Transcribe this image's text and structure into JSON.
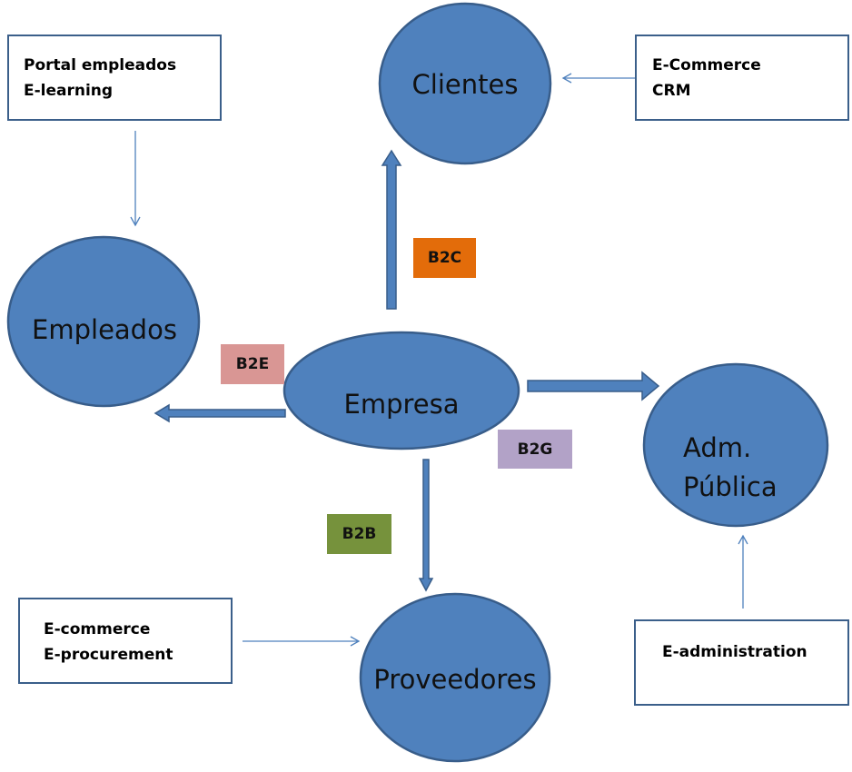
{
  "nodes": {
    "clientes": "Clientes",
    "empleados": "Empleados",
    "empresa": "Empresa",
    "adm_line1": "Adm.",
    "adm_line2": "Pública",
    "proveedores": "Proveedores"
  },
  "boxes": {
    "empleados_tools": [
      "Portal empleados",
      "E-learning"
    ],
    "clientes_tools": [
      "E-Commerce",
      "CRM"
    ],
    "proveedores_tools": [
      "E-commerce",
      "E-procurement"
    ],
    "adm_tools": [
      "E-administration"
    ]
  },
  "tags": {
    "b2c": {
      "label": "B2C",
      "color": "#e36c0a"
    },
    "b2e": {
      "label": "B2E",
      "color": "#d99694"
    },
    "b2g": {
      "label": "B2G",
      "color": "#b2a2c7"
    },
    "b2b": {
      "label": "B2B",
      "color": "#76923c"
    }
  },
  "colors": {
    "node_fill": "#4f81bd",
    "node_stroke": "#385d8a",
    "arrow": "#4f81bd"
  }
}
